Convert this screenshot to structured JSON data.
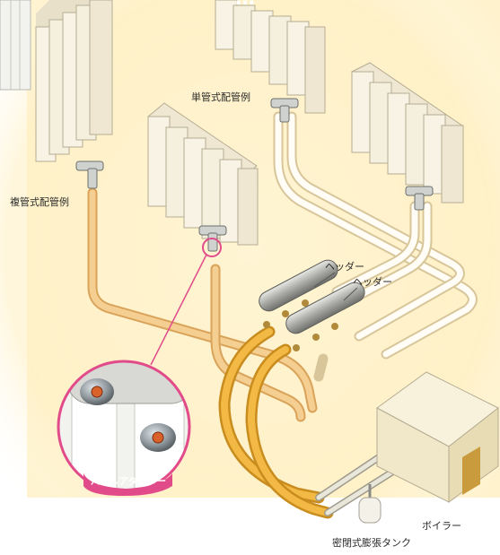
{
  "title_fragment": "…",
  "labels": {
    "single_pipe": "単管式配管例",
    "double_pipe": "複管式配管例",
    "header_1": "ヘッダー",
    "header_2": "ヘッダー",
    "boiler": "ボイラー",
    "expansion_tank": "密閉式膨張タンク",
    "panel_adapter": "パネルアダプター"
  },
  "colors": {
    "glow": "#fff1c7",
    "pipe_orange": "#f2c27a",
    "pipe_gold": "#f0b43a",
    "pipe_white": "#fffdf6",
    "pipe_outline": "#d9b36a",
    "radiator": "#f8f3e4",
    "radiator_edge": "#b5ad92",
    "pink": "#e24b8a",
    "header_pipe": "#a9aaa6",
    "boiler": "#f4ecd2",
    "boiler_door": "#c99b3c"
  }
}
